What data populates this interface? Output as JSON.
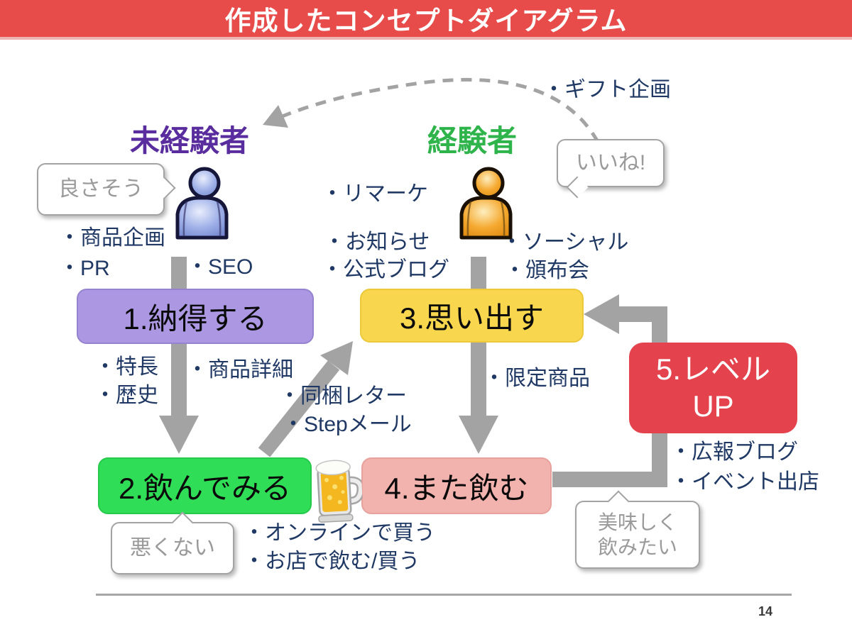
{
  "header": {
    "title": "作成したコンセプトダイアグラム"
  },
  "personas": {
    "newcomer": {
      "label": "未経験者",
      "color": "#5a2d9f"
    },
    "experienced": {
      "label": "経験者",
      "color": "#2fb44c"
    }
  },
  "speech_bubbles": {
    "yosasou": "良さそう",
    "iine": "いいね!",
    "warukunai": "悪くない",
    "oishiku": {
      "line1": "美味しく",
      "line2": "飲みたい"
    }
  },
  "steps": {
    "step1": {
      "label": "1.納得する",
      "color": "#ab97e2"
    },
    "step2": {
      "label": "2.飲んでみる",
      "color": "#30dd57"
    },
    "step3": {
      "label": "3.思い出す",
      "color": "#f8d74e"
    },
    "step4": {
      "label": "4.また飲む",
      "color": "#f2b2ad"
    },
    "step5": {
      "line1": "5.レベル",
      "line2": "UP",
      "color": "#e4424c"
    }
  },
  "bullets": {
    "gift": "・ギフト企画",
    "shohin_kikaku": "・商品企画",
    "pr": "・PR",
    "seo": "・SEO",
    "remarke": "・リマーケ",
    "oshirase": "・お知らせ",
    "koshiki_blog": "・公式ブログ",
    "social": "・ソーシャル",
    "hanpukai": "・頒布会",
    "tokucho": "・特長",
    "rekishi": "・歴史",
    "shohin_shosai": "・商品詳細",
    "dokon_letter": "・同梱レター",
    "step_mail": "・Stepメール",
    "gentei_shohin": "・限定商品",
    "koho_blog": "・広報ブログ",
    "event_shutten": "・イベント出店",
    "online_kau": "・オンラインで買う",
    "omise_nomu_kau": "・お店で飲む/買う"
  },
  "icons": {
    "newcomer": "person-icon-blue",
    "experienced": "person-icon-orange",
    "beer": "beer-mug-icon",
    "arrows": "gray-flow-arrows",
    "dashed_arrow": "dashed-feedback-arrow"
  },
  "colors": {
    "header_bg": "#e74c4b",
    "arrow_gray": "#a3a3a3",
    "bullet_text": "#1f3864",
    "bubble_text": "#9a9a9a"
  },
  "footer": {
    "page_number": "14"
  }
}
